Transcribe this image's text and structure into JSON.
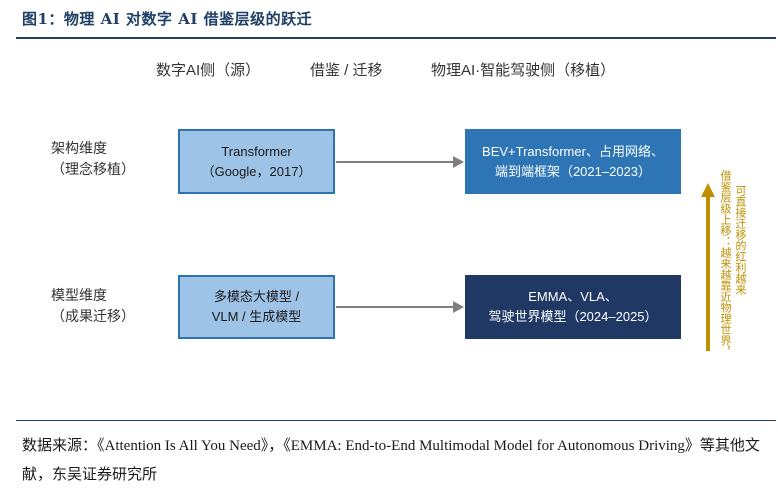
{
  "figure": {
    "title": "图1：物理 AI 对数字 AI 借鉴层级的跃迁"
  },
  "columns": {
    "source": "数字AI侧（源）",
    "transfer": "借鉴 / 迁移",
    "target": "物理AI·智能驾驶侧（移植）"
  },
  "rows": [
    {
      "label_line1": "架构维度",
      "label_line2": "（理念移植）",
      "source_line1": "Transformer",
      "source_line2": "（Google，2017）",
      "target_line1": "BEV+Transformer、占用网络、",
      "target_line2": "端到端框架（2021–2023）"
    },
    {
      "label_line1": "模型维度",
      "label_line2": "（成果迁移）",
      "source_line1": "多模态大模型 /",
      "source_line2": "VLM / 生成模型",
      "target_line1": "EMMA、VLA、",
      "target_line2": "驾驶世界模型（2024–2025）"
    }
  ],
  "side_note": {
    "line1": "借鉴层级上移：越来越靠近物理世界，",
    "line2": "可直接迁移的红利越来"
  },
  "colors": {
    "title": "#1f3f66",
    "source_box": "#9dc3e6",
    "target_box_row1": "#2e75b6",
    "target_box_row2": "#1f3864",
    "arrow": "#7f7f7f",
    "side_arrow": "#bf8f00"
  },
  "source_note": "数据来源：《Attention Is All You Need》，《EMMA: End-to-End Multimodal Model for Autonomous Driving》等其他文献，东吴证券研究所"
}
